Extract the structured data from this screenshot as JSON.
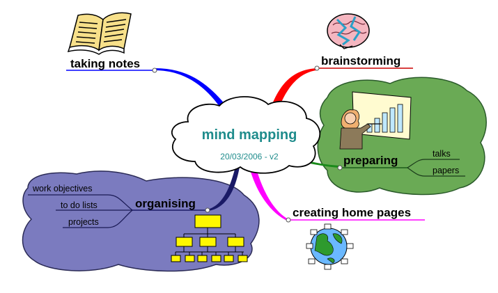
{
  "central": {
    "title": "mind mapping",
    "date": "20/03/2006 - v2"
  },
  "branches": {
    "taking_notes": "taking notes",
    "brainstorming": "brainstorming",
    "preparing": "preparing",
    "creating_home_pages": "creating home pages",
    "organising": "organising"
  },
  "preparing_children": [
    "talks",
    "papers"
  ],
  "organising_children": [
    "work objectives",
    "to do lists",
    "projects"
  ],
  "colors": {
    "central_text": "#1f8c8c",
    "taking_notes": "#0000ff",
    "brainstorming": "#ff0000",
    "preparing": "#1a8a1a",
    "creating_home_pages": "#ff00ff",
    "organising": "#1a1a66",
    "preparing_bubble": "#6aaa55",
    "organising_bubble": "#7b7bbf"
  },
  "icons": {
    "taking_notes": "open-book-icon",
    "brainstorming": "brain-icon",
    "preparing": "presenter-chart-icon",
    "creating_home_pages": "globe-network-icon",
    "organising": "org-chart-icon"
  }
}
